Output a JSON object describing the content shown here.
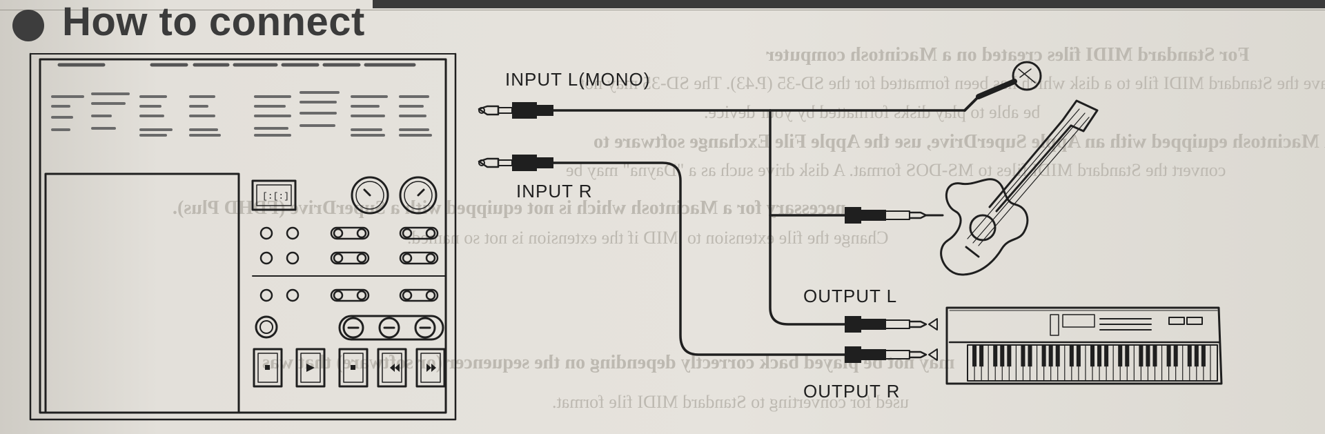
{
  "heading": {
    "title": "How to connect"
  },
  "labels": {
    "input_l": "INPUT L(MONO)",
    "input_r": "INPUT R",
    "output_l": "OUTPUT L",
    "output_r": "OUTPUT R"
  },
  "devices": {
    "recorder_icon": "recorder-device",
    "microphone_icon": "microphone-icon",
    "guitar_icon": "acoustic-guitar-icon",
    "keyboard_icon": "synth-keyboard-icon"
  },
  "bleed_through": {
    "line1": "For Standard MIDI files created on a Macintosh computer",
    "line2": "Save the Standard MIDI file to a disk which has been formatted for the SD-35 (P.43). The SD-35 may not",
    "line3": "be able to play disks formatted by your device.",
    "line4": "If a Macintosh equipped with an Apple SuperDrive, use the Apple File Exchange software to",
    "line5": "convert the Standard MIDI files to MS-DOS format. A disk drive such as a \"Dayna\" may be",
    "line6": "necessary for a Macintosh which is not equipped with a SuperDrive (FDHD Plus).",
    "line7": "Change the file extension to .MID if the extension is not so named.",
    "line8": "may not be played back correctly depending on the sequencer (or software) that was",
    "line9": "used for converting to Standard MIDI file format."
  },
  "colors": {
    "ink": "#1f1f1f",
    "paper": "#e4e1db",
    "bleed": "#bdb9b1"
  }
}
